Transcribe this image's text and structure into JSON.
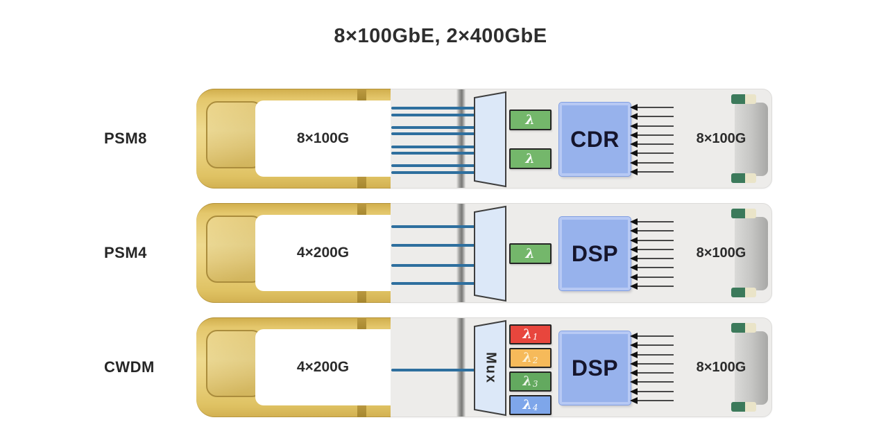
{
  "title": "8×100GbE, 2×400GbE",
  "colors": {
    "fiber_line": "#2e6f9e",
    "chip_fill": "#97b2ec",
    "chip_border": "#b7c9f4",
    "connector_gold": "#ecd483",
    "module_gray": "#edecea",
    "lambda_green": "#74b76b",
    "lambda_red": "#e8463d",
    "lambda_orange": "#f6ba5a",
    "lambda_blue": "#7ea6ea",
    "edge_tab_green": "#3c7a5b",
    "edge_tab_cream": "#eae4c8"
  },
  "rows": [
    {
      "name": "PSM8",
      "connector_label": "8×100G",
      "fiber_count": 8,
      "mux_label": "",
      "lambdas": [
        {
          "label": "λ",
          "sub": "",
          "fill": "#74b76b",
          "text": "#ffffff"
        },
        {
          "label": "λ",
          "sub": "",
          "fill": "#74b76b",
          "text": "#ffffff"
        }
      ],
      "chip": "CDR",
      "electrical_label": "8×100G",
      "lane_count": 8
    },
    {
      "name": "PSM4",
      "connector_label": "4×200G",
      "fiber_count": 4,
      "mux_label": "",
      "lambdas": [
        {
          "label": "λ",
          "sub": "",
          "fill": "#74b76b",
          "text": "#ffffff"
        }
      ],
      "chip": "DSP",
      "electrical_label": "8×100G",
      "lane_count": 8
    },
    {
      "name": "CWDM",
      "connector_label": "4×200G",
      "fiber_count": 1,
      "mux_label": "Mux",
      "lambdas": [
        {
          "label": "λ",
          "sub": "1",
          "fill": "#e8463d",
          "text": "#ffffff"
        },
        {
          "label": "λ",
          "sub": "2",
          "fill": "#f6ba5a",
          "text": "#fcf3d9"
        },
        {
          "label": "λ",
          "sub": "3",
          "fill": "#63a95f",
          "text": "#eef5ea"
        },
        {
          "label": "λ",
          "sub": "4",
          "fill": "#7ea6ea",
          "text": "#ffffff"
        }
      ],
      "chip": "DSP",
      "electrical_label": "8×100G",
      "lane_count": 8
    }
  ]
}
